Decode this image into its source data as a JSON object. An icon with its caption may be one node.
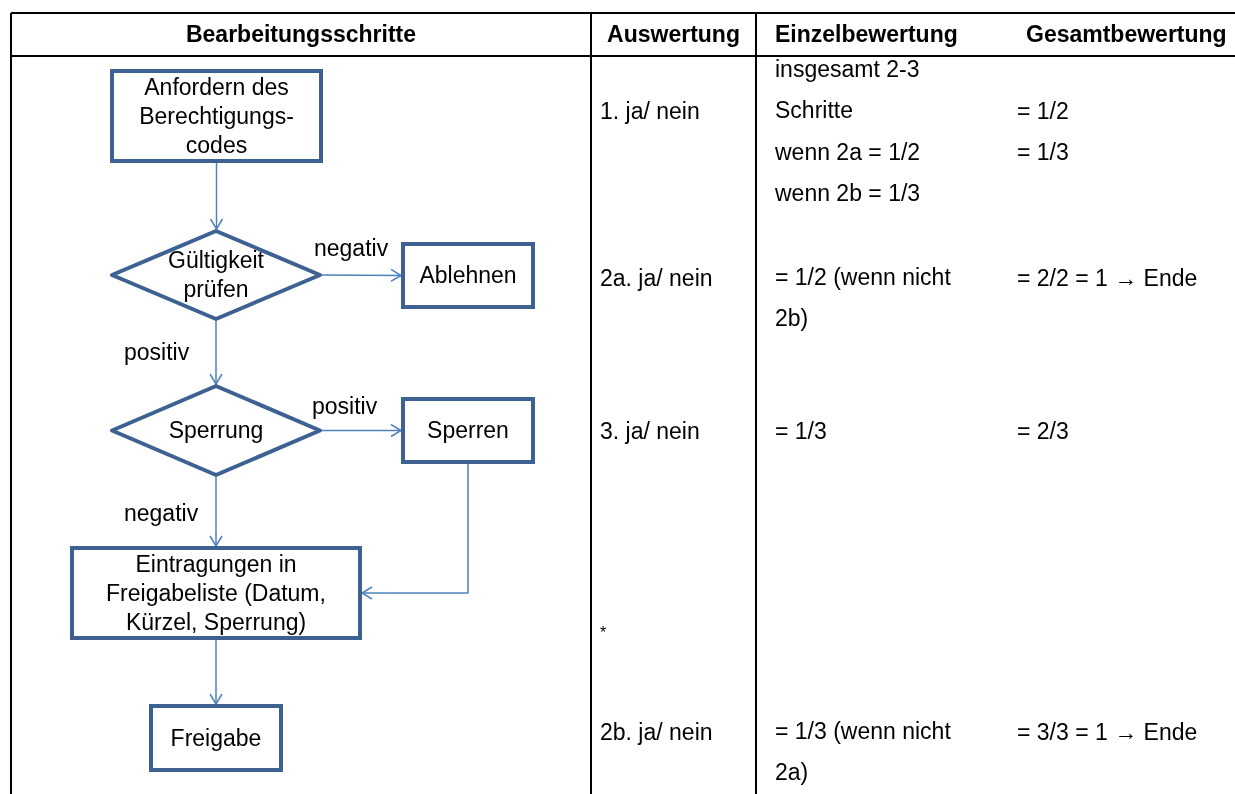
{
  "diagram": {
    "nodes": [
      {
        "text": [
          "Anfordern des Berechtigungs-codes"
        ]
      },
      {
        "text": [
          "Gültigkeit prüfen"
        ]
      },
      {
        "text": [
          "Ablehnen"
        ]
      },
      {
        "text": [
          "Sperrung"
        ]
      },
      {
        "text": [
          "Sperren"
        ]
      },
      {
        "text": [
          "Eintragungen in Freigabeliste (Datum, Kürzel, Sperrung)"
        ]
      },
      {
        "text": [
          "Freigabe"
        ]
      }
    ],
    "edges": [
      {
        "from": 0,
        "to": 1,
        "arrow": "to"
      },
      {
        "from": 1,
        "to": 2,
        "arrow": "to",
        "label": "negativ"
      },
      {
        "from": 1,
        "to": 3,
        "arrow": "to",
        "label": "positiv"
      },
      {
        "from": 3,
        "to": 4,
        "arrow": "to",
        "label": "positiv"
      },
      {
        "from": 3,
        "to": 5,
        "arrow": "to",
        "label": "negativ"
      },
      {
        "from": 4,
        "to": 5,
        "arrow": "to"
      },
      {
        "from": 5,
        "to": 6,
        "arrow": "to"
      }
    ],
    "labels": [
      "Bearbeitungsschritte",
      "Auswertung",
      "Einzelbewertung",
      "Gesamtbewertung",
      "insgesamt 2-3 Schritte",
      "1. ja/ nein",
      "= 1/2",
      "wenn 2a = 1/2",
      "= 1/3",
      "wenn 2b = 1/3",
      "2a. ja/ nein",
      "= 1/2 (wenn nicht 2b)",
      "= 2/2 = 1 → Ende",
      "3. ja/ nein",
      "= 1/3",
      "= 2/3",
      "*",
      "2b. ja/ nein",
      "= 1/3 (wenn nicht 2a)",
      "= 3/3 = 1 → Ende"
    ]
  }
}
